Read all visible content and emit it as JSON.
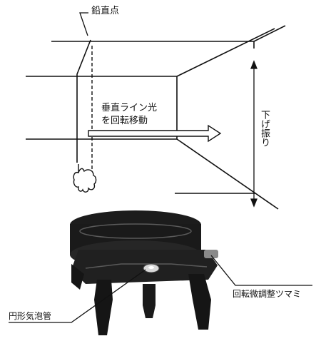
{
  "labels": {
    "plumb_point": "鉛直点",
    "move_line1": "垂直ライン光",
    "move_line2": "を回転移動",
    "drop": "下げ振り",
    "fine_rotation_knob": "回転微調整ツマミ",
    "circular_bubble_vial": "円形気泡管"
  },
  "colors": {
    "line": "#111111",
    "device_body": "#1c1c1c",
    "device_highlight": "#5a5a5a"
  },
  "icons": [
    "plumb-bob-hand",
    "right-arrow",
    "double-arrow",
    "laser-device"
  ]
}
